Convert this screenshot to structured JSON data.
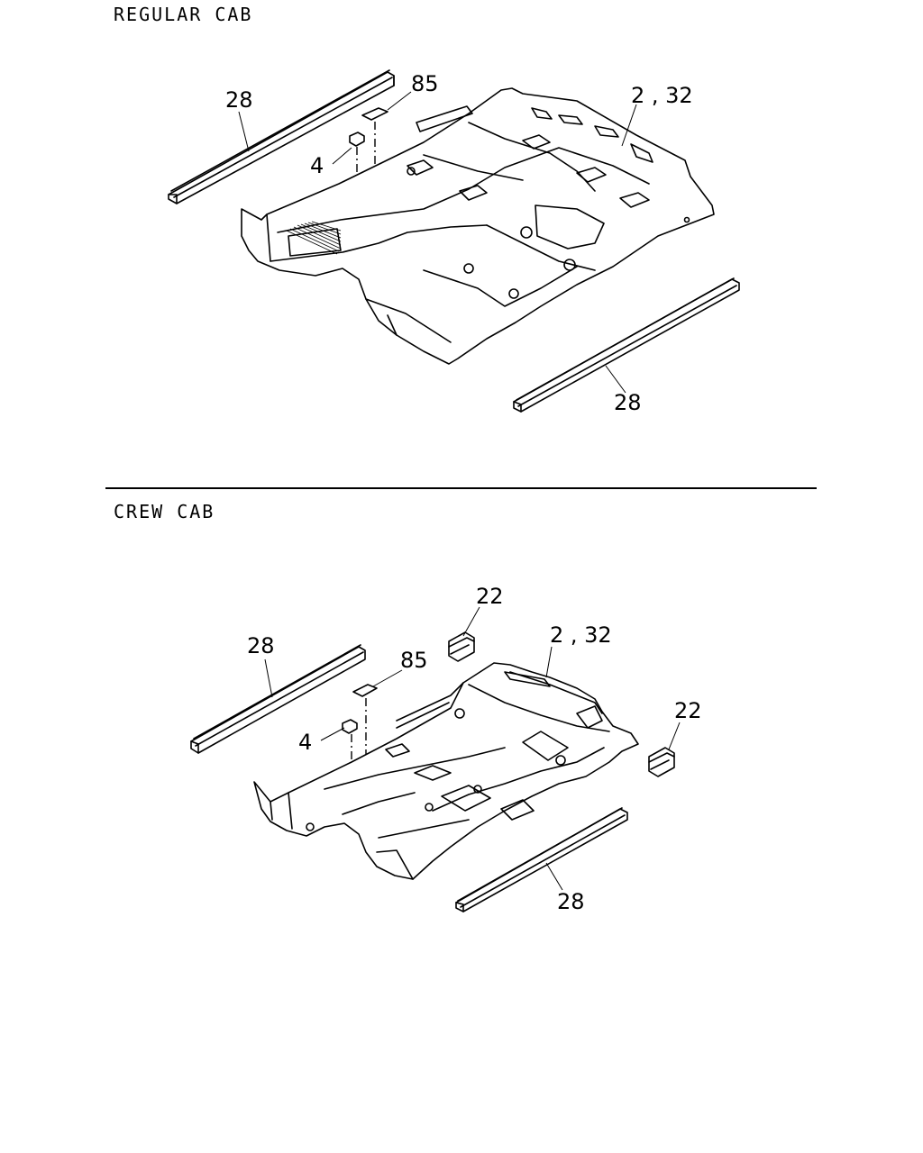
{
  "sections": [
    {
      "title": "REGULAR CAB",
      "callouts": [
        "28",
        "85",
        "2 , 32",
        "4",
        "28"
      ]
    },
    {
      "title": "CREW CAB",
      "callouts": [
        "22",
        "28",
        "2 , 32",
        "85",
        "22",
        "4",
        "28"
      ]
    }
  ]
}
